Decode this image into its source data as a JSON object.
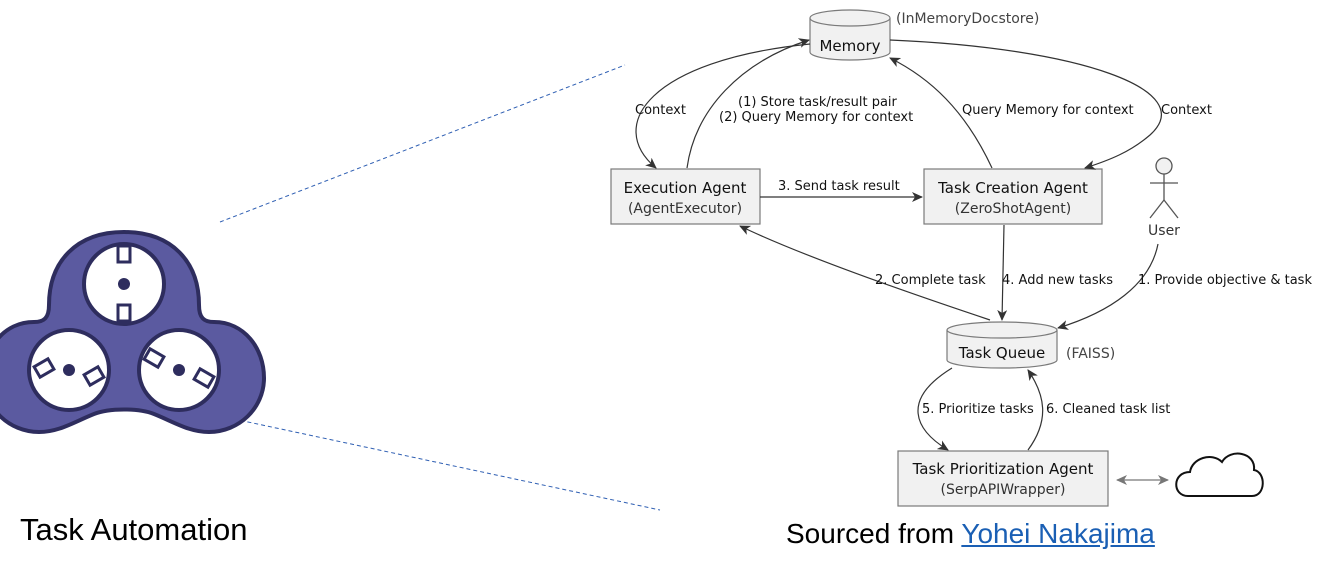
{
  "nodes": {
    "memory": {
      "title": "Memory",
      "note": "(InMemoryDocstore)"
    },
    "execution_agent": {
      "title": "Execution Agent",
      "subtitle": "(AgentExecutor)"
    },
    "task_creation_agent": {
      "title": "Task Creation Agent",
      "subtitle": "(ZeroShotAgent)"
    },
    "task_queue": {
      "title": "Task Queue",
      "note": "(FAISS)"
    },
    "task_prioritization_agent": {
      "title": "Task Prioritization Agent",
      "subtitle": "(SerpAPIWrapper)"
    },
    "user": {
      "title": "User"
    }
  },
  "edges": {
    "memory_to_execution": "Context",
    "execution_to_memory_line1": "(1) Store task/result pair",
    "execution_to_memory_line2": "(2) Query Memory for context",
    "creation_to_memory": "Query Memory for context",
    "memory_to_creation": "Context",
    "execution_to_creation": "3. Send task result",
    "queue_to_execution": "2. Complete task",
    "creation_to_queue": "4. Add new tasks",
    "user_to_queue": "1. Provide objective & task",
    "queue_to_prioritization": "5. Prioritize tasks",
    "prioritization_to_queue": "6. Cleaned task list"
  },
  "icons": {
    "logo": "task-automation-logo-icon",
    "cloud": "cloud-icon",
    "actor": "user-actor-icon"
  },
  "colors": {
    "logo_fill": "#5b5aa0",
    "logo_stroke": "#2e2d5e",
    "node_fill": "#f1f1f1",
    "node_stroke": "#7a7a7a",
    "link": "#1a5fb4"
  },
  "captions": {
    "left": "Task Automation",
    "right_prefix": "Sourced from ",
    "right_link": "Yohei Nakajima"
  }
}
